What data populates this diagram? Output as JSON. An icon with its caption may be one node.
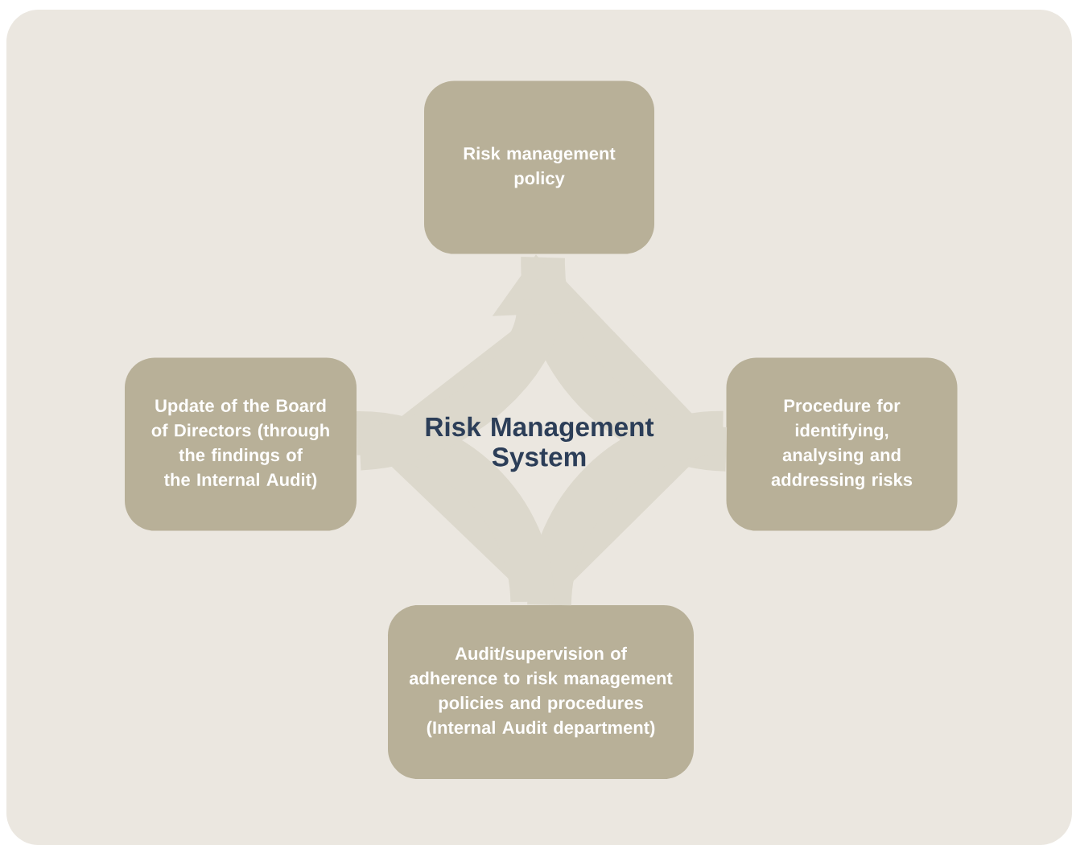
{
  "diagram": {
    "nodes": [
      {
        "text": [
          "Risk management policy"
        ]
      },
      {
        "text": [
          "Procedure for identifying, analysing and addressing risks"
        ]
      },
      {
        "text": [
          "Audit/supervision of adherence to risk management policies and procedures (Internal Audit department)"
        ]
      },
      {
        "text": [
          "Update of the Board of Directors (through the findings of the Internal Audit)"
        ]
      }
    ],
    "edges": [
      {
        "from": 0,
        "to": 1,
        "arrow": "none"
      },
      {
        "from": 1,
        "to": 2,
        "arrow": "none"
      },
      {
        "from": 2,
        "to": 3,
        "arrow": "none"
      },
      {
        "from": 3,
        "to": 0,
        "arrow": "to"
      }
    ],
    "labels": [
      "Risk Management System"
    ]
  }
}
